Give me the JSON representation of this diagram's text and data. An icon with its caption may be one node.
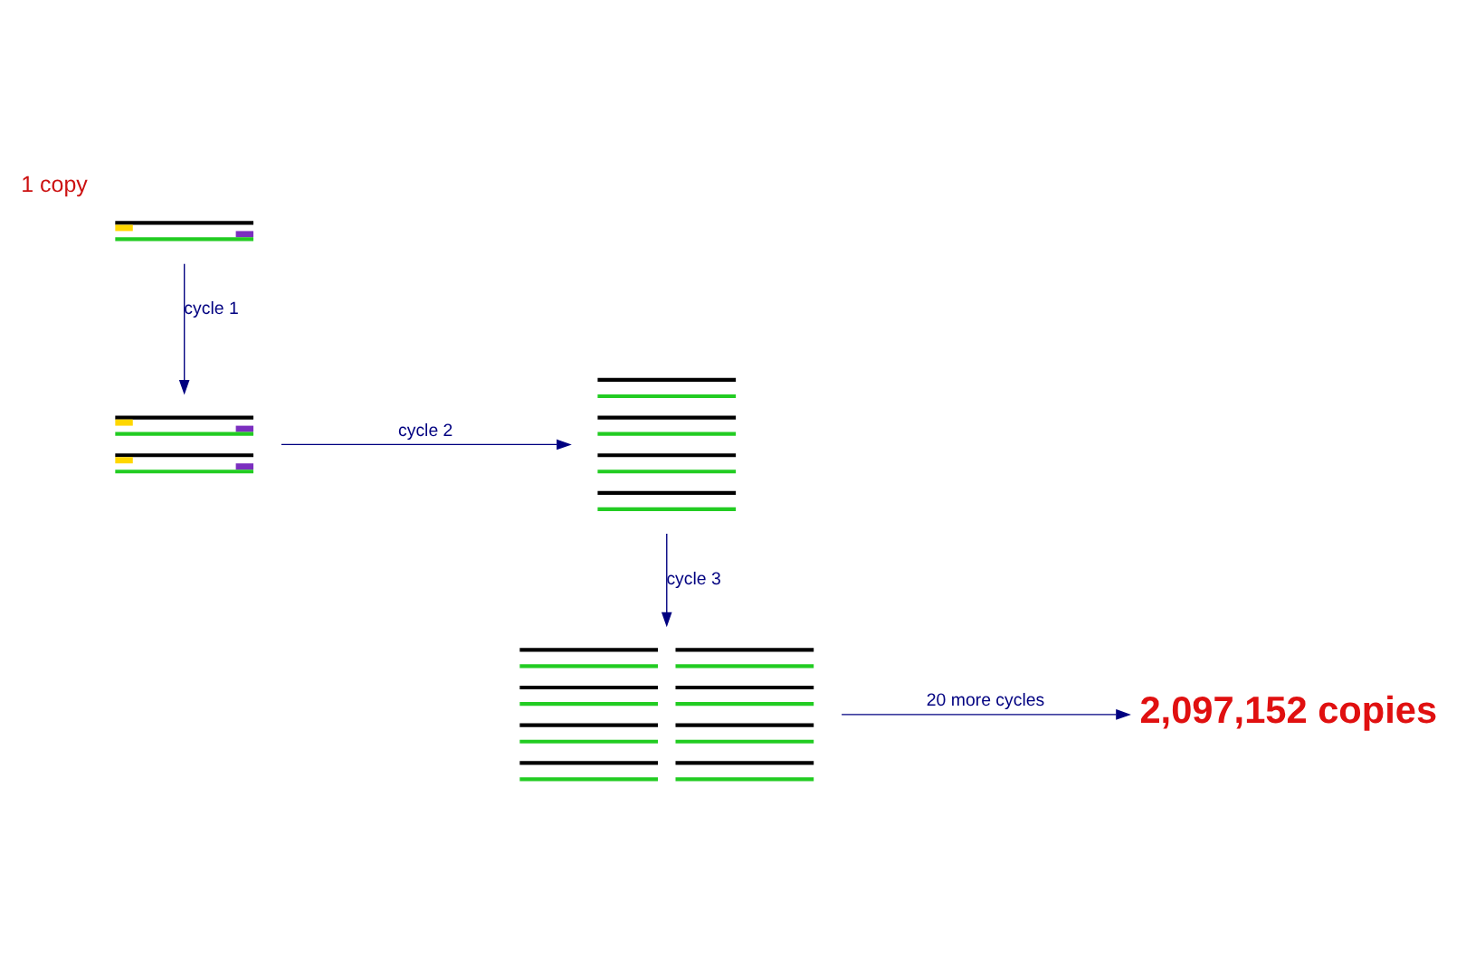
{
  "diagram": {
    "nodes": [
      {
        "text": [],
        "shape": "picture",
        "beside": [
          "1 copy"
        ]
      },
      {
        "text": [],
        "shape": "picture"
      },
      {
        "text": [],
        "shape": "picture"
      },
      {
        "text": [],
        "shape": "picture"
      },
      {
        "text": [
          "2,097,152 copies"
        ]
      }
    ],
    "edges": [
      {
        "from": 0,
        "to": 1,
        "arrow": "to",
        "label": "cycle 1"
      },
      {
        "from": 1,
        "to": 2,
        "arrow": "to",
        "label": "cycle 2"
      },
      {
        "from": 2,
        "to": 3,
        "arrow": "to",
        "label": "cycle 3"
      },
      {
        "from": 3,
        "to": 4,
        "arrow": "to",
        "label": "20 more cycles"
      }
    ]
  }
}
